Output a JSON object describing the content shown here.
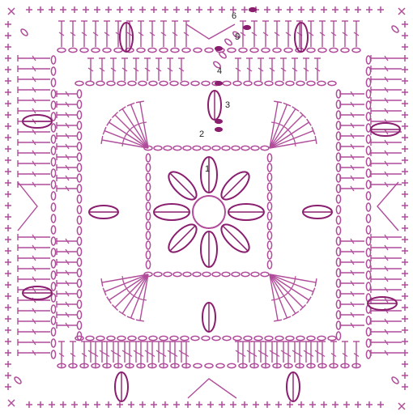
{
  "diagram": {
    "colors": {
      "stitch": "#b04c9a",
      "accent": "#8a1e6e",
      "label": "#222222",
      "background": "#ffffff"
    },
    "row_labels": [
      "1",
      "2",
      "3",
      "4",
      "5",
      "6"
    ]
  }
}
